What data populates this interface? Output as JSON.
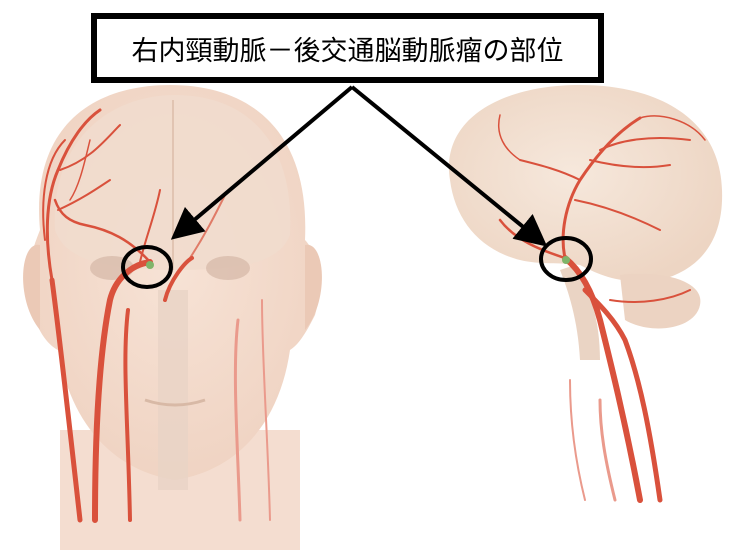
{
  "title": "右内頸動脈－後交通脳動脈瘤の部位",
  "colors": {
    "artery": "#d9513c",
    "artery_light": "#ea9a8c",
    "skin": "#f2d4c3",
    "brain": "#efd9c7",
    "marker": "#000000",
    "aneurysm": "#7fb46a"
  },
  "figures": [
    "front-view-head",
    "side-view-brain"
  ]
}
